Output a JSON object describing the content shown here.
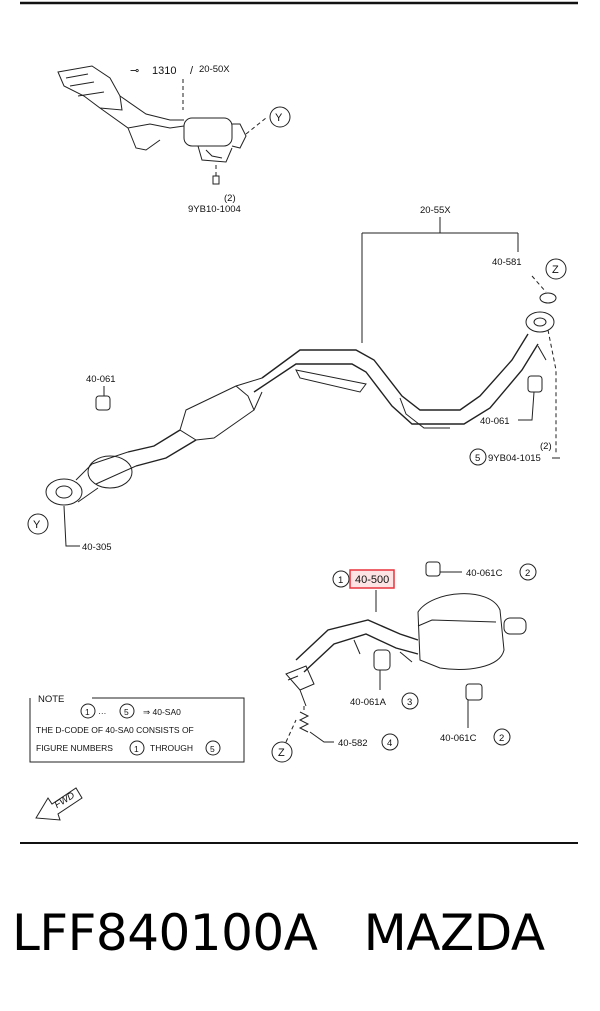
{
  "labels": {
    "top_part": "1310",
    "top_ref": "20-50X",
    "bolt_top_qty": "(2)",
    "bolt_top": "9YB10-1004",
    "main_ref": "20-55X",
    "gasket": "40-581",
    "hanger_left": "40-061",
    "hanger_right": "40-061",
    "bolt_right_qty": "(2)",
    "bolt_right": "9YB04-1015",
    "flange_gasket": "40-305",
    "muffler": "40-500",
    "hanger_c_top": "40-061C",
    "hanger_a": "40-061A",
    "hanger_c_bottom": "40-061C",
    "spring": "40-582",
    "fwd": "FWD"
  },
  "callouts": {
    "y": "Y",
    "z": "Z",
    "n1": "1",
    "n2": "2",
    "n3": "3",
    "n4": "4",
    "n5": "5"
  },
  "note": {
    "title": "NOTE",
    "line1_mid": "…",
    "line1_result": "⇒ 40-SA0",
    "line2": "THE D-CODE OF   40-SA0   CONSISTS OF",
    "line3_start": "FIGURE NUMBERS",
    "line3_mid": "THROUGH"
  },
  "caption": "LFF840100A   MAZDA",
  "colors": {
    "highlight": "#e8323c",
    "highlight_fill": "#fde3e3",
    "line": "#222222"
  }
}
